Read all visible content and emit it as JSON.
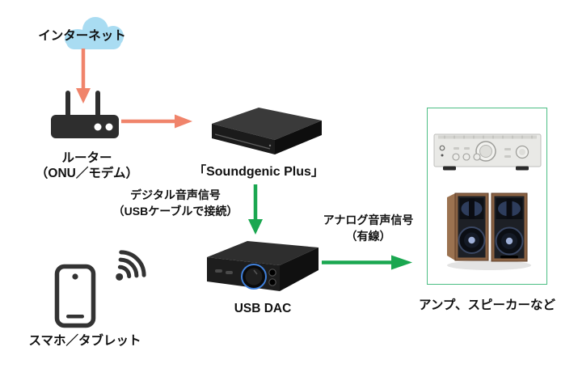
{
  "nodes": {
    "internet": {
      "label": "インターネット",
      "icon": "cloud-icon"
    },
    "router": {
      "label": "ルーター",
      "sublabel": "（ONU／モデム）",
      "icon": "router-icon"
    },
    "soundgenic": {
      "label": "「Soundgenic Plus」",
      "icon": "nas-device-image"
    },
    "usb_dac": {
      "label": "USB DAC",
      "icon": "usb-dac-device-image"
    },
    "output_devices": {
      "label": "アンプ、スピーカーなど",
      "icons": [
        "amplifier-image",
        "speakers-image"
      ]
    },
    "mobile": {
      "label": "スマホ／タブレット",
      "icons": [
        "smartphone-icon",
        "wifi-icon"
      ]
    }
  },
  "connections": {
    "internet_to_router": {
      "direction": "down",
      "color": "#F0846B"
    },
    "router_to_soundgenic": {
      "direction": "right",
      "color": "#F0846B"
    },
    "soundgenic_to_dac": {
      "direction": "down",
      "color": "#1AA750",
      "label_line1": "デジタル音声信号",
      "label_line2": "（USBケーブルで接続）"
    },
    "dac_to_output": {
      "direction": "right",
      "color": "#1AA750",
      "label_line1": "アナログ音声信号",
      "label_line2": "（有線）"
    }
  },
  "colors": {
    "arrow_orange": "#F0846B",
    "arrow_green": "#1AA750",
    "output_box_border": "#4CBE84",
    "cloud_fill": "#A9DCF2",
    "icon_dark": "#2E2E2E",
    "text": "#111111",
    "background": "#FFFFFF",
    "dac_knob_ring": "#3F7FD9",
    "speaker_wood": "#8A6243"
  }
}
